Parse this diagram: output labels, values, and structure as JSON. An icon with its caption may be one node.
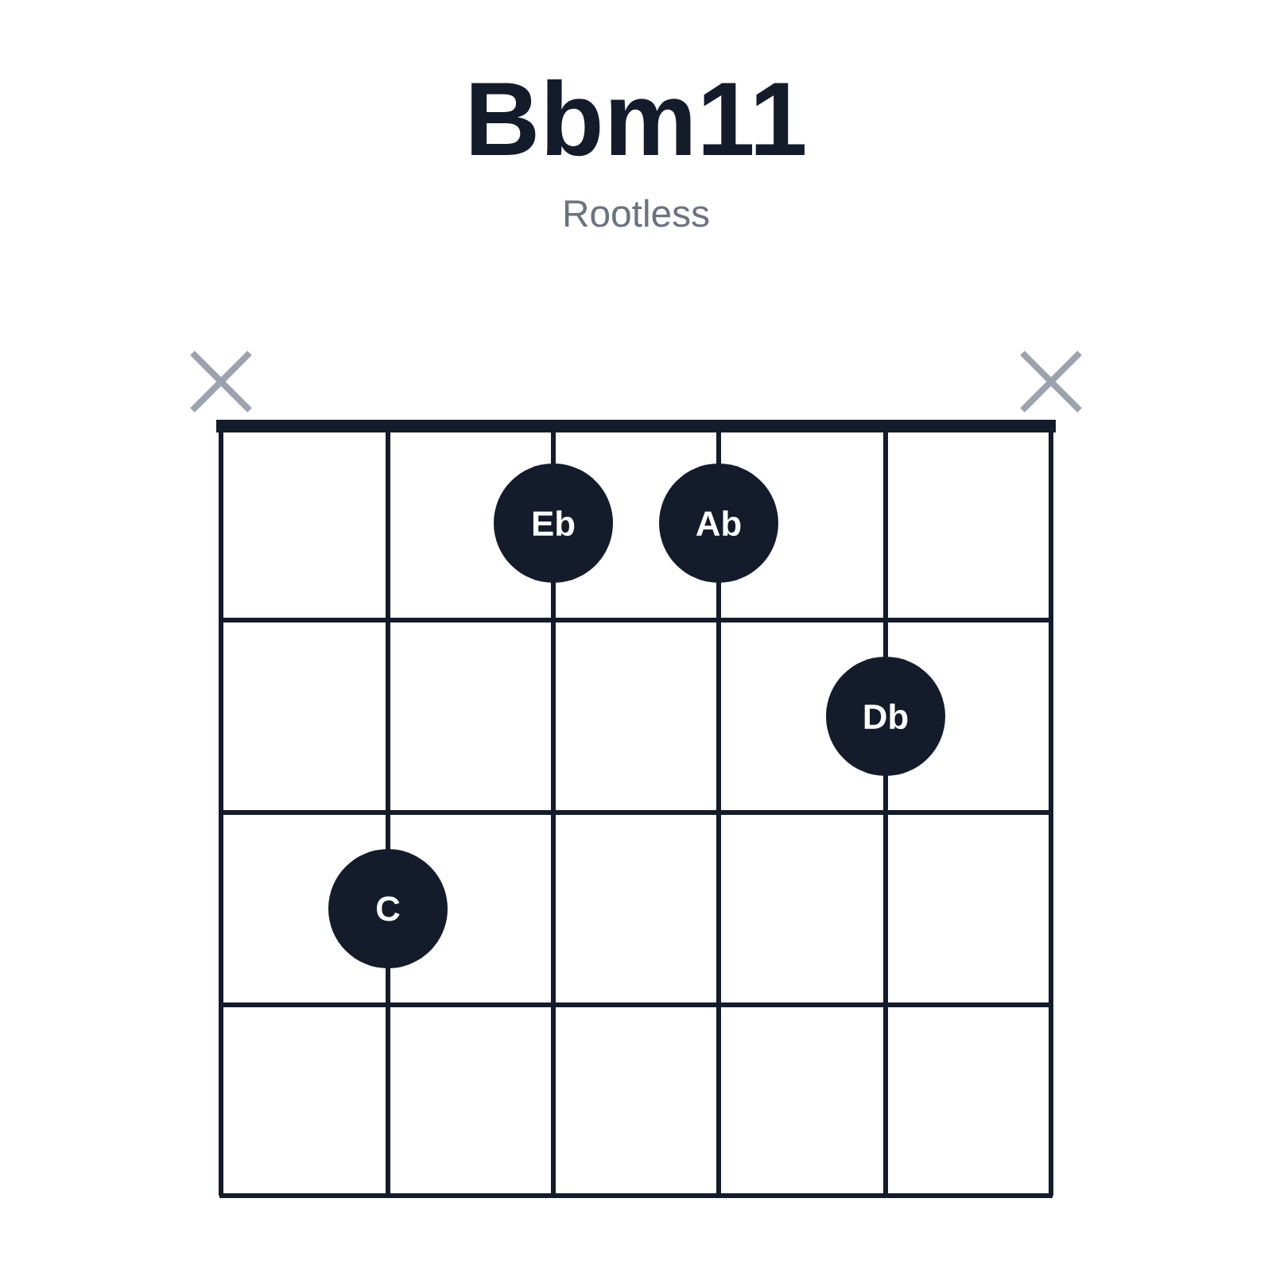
{
  "diagram": {
    "title": "Bbm11",
    "nodes": [
      {
        "text": [
          "Eb"
        ]
      },
      {
        "text": [
          "Ab"
        ]
      },
      {
        "text": [
          "Db"
        ]
      },
      {
        "text": [
          "C"
        ]
      }
    ],
    "labels": [
      "Rootless"
    ]
  }
}
